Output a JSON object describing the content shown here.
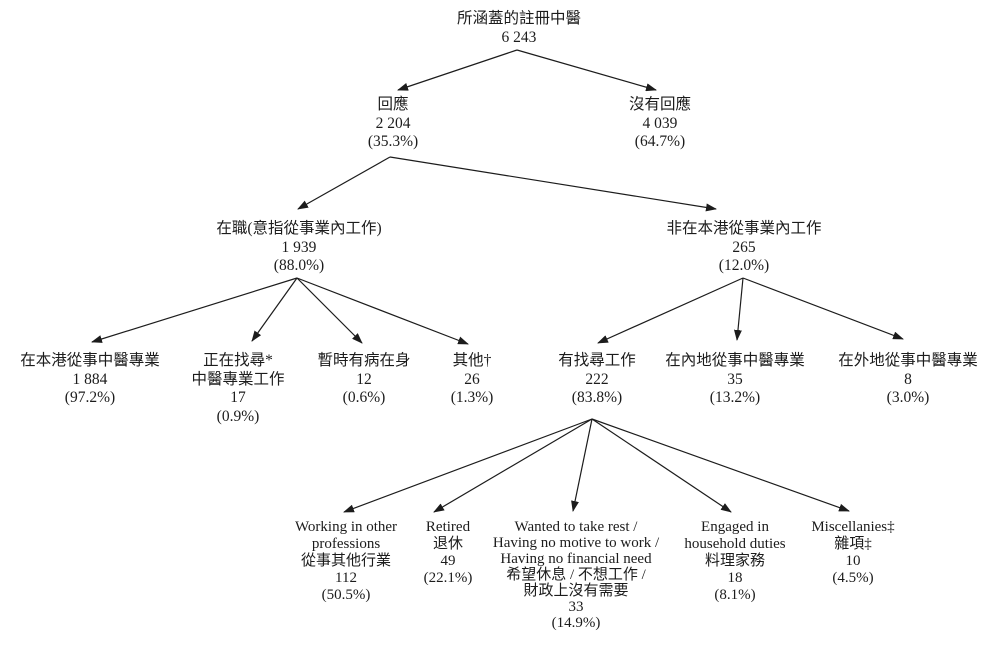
{
  "diagram": {
    "type": "tree-flowchart",
    "background_color": "#ffffff",
    "text_color": "#1c1c1c",
    "arrow_color": "#1c1c1c",
    "root_title": "所涵蓋的註冊中醫",
    "root_total": "6 243",
    "nodes": [
      {
        "id": "root",
        "lines": [
          "所涵蓋的註冊中醫",
          "6 243"
        ]
      },
      {
        "id": "respond",
        "lines": [
          "回應",
          "2 204",
          "(35.3%)"
        ]
      },
      {
        "id": "no-respond",
        "lines": [
          "沒有回應",
          "4 039",
          "(64.7%)"
        ]
      },
      {
        "id": "working",
        "lines": [
          "在職(意指從事業內工作)",
          "1 939",
          "(88.0%)"
        ]
      },
      {
        "id": "not-in-hk",
        "lines": [
          "非在本港從事業內工作",
          "265",
          "(12.0%)"
        ]
      },
      {
        "id": "hk-cm",
        "lines": [
          "在本港從事中醫專業",
          "1 884",
          "(97.2%)"
        ]
      },
      {
        "id": "seeking-cm",
        "lines": [
          "正在找尋*",
          "中醫專業工作",
          "17",
          "(0.9%)"
        ]
      },
      {
        "id": "sick",
        "lines": [
          "暫時有病在身",
          "12",
          "(0.6%)"
        ]
      },
      {
        "id": "others",
        "lines": [
          "其他†",
          "26",
          "(1.3%)"
        ]
      },
      {
        "id": "seeking-work",
        "lines": [
          "有找尋工作",
          "222",
          "(83.8%)"
        ]
      },
      {
        "id": "mainland",
        "lines": [
          "在內地從事中醫專業",
          "35",
          "(13.2%)"
        ]
      },
      {
        "id": "overseas",
        "lines": [
          "在外地從事中醫專業",
          "8",
          "(3.0%)"
        ]
      },
      {
        "id": "other-prof",
        "lines": [
          "Working in other",
          "professions",
          "從事其他行業",
          "112",
          "(50.5%)"
        ]
      },
      {
        "id": "retired",
        "lines": [
          "Retired",
          "退休",
          "49",
          "(22.1%)"
        ]
      },
      {
        "id": "rest",
        "lines": [
          "Wanted to take rest /",
          "Having no motive to work /",
          "Having no financial need",
          "希望休息 / 不想工作 /",
          "財政上沒有需要",
          "33",
          "(14.9%)"
        ]
      },
      {
        "id": "household",
        "lines": [
          "Engaged in",
          "household duties",
          "料理家務",
          "18",
          "(8.1%)"
        ]
      },
      {
        "id": "misc",
        "lines": [
          "Miscellanies‡",
          "雜項‡",
          "10",
          "(4.5%)"
        ]
      }
    ],
    "edges": [
      {
        "from": "root",
        "to": "respond"
      },
      {
        "from": "root",
        "to": "no-respond"
      },
      {
        "from": "respond",
        "to": "working"
      },
      {
        "from": "respond",
        "to": "not-in-hk"
      },
      {
        "from": "working",
        "to": "hk-cm"
      },
      {
        "from": "working",
        "to": "seeking-cm"
      },
      {
        "from": "working",
        "to": "sick"
      },
      {
        "from": "working",
        "to": "others"
      },
      {
        "from": "not-in-hk",
        "to": "seeking-work"
      },
      {
        "from": "not-in-hk",
        "to": "mainland"
      },
      {
        "from": "not-in-hk",
        "to": "overseas"
      },
      {
        "from": "seeking-work",
        "to": "other-prof"
      },
      {
        "from": "seeking-work",
        "to": "retired"
      },
      {
        "from": "seeking-work",
        "to": "rest"
      },
      {
        "from": "seeking-work",
        "to": "household"
      },
      {
        "from": "seeking-work",
        "to": "misc"
      }
    ]
  }
}
